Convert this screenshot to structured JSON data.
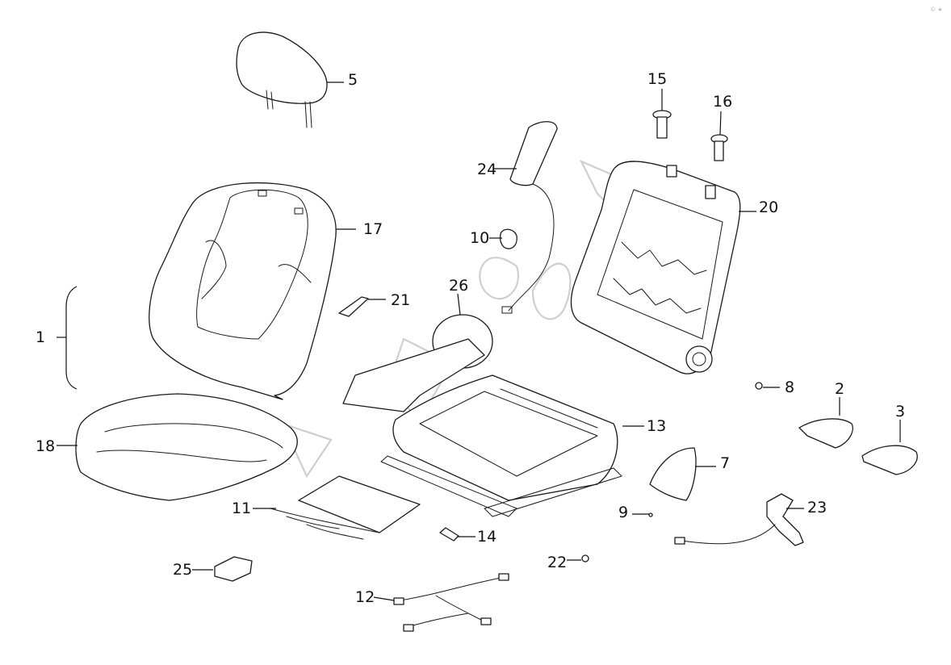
{
  "diagram": {
    "callouts": [
      {
        "id": "1",
        "label": "1"
      },
      {
        "id": "2",
        "label": "2"
      },
      {
        "id": "3",
        "label": "3"
      },
      {
        "id": "5",
        "label": "5"
      },
      {
        "id": "7",
        "label": "7"
      },
      {
        "id": "8",
        "label": "8"
      },
      {
        "id": "9",
        "label": "9"
      },
      {
        "id": "10",
        "label": "10"
      },
      {
        "id": "11",
        "label": "11"
      },
      {
        "id": "12",
        "label": "12"
      },
      {
        "id": "13",
        "label": "13"
      },
      {
        "id": "14",
        "label": "14"
      },
      {
        "id": "15",
        "label": "15"
      },
      {
        "id": "16",
        "label": "16"
      },
      {
        "id": "17",
        "label": "17"
      },
      {
        "id": "18",
        "label": "18"
      },
      {
        "id": "20",
        "label": "20"
      },
      {
        "id": "21",
        "label": "21"
      },
      {
        "id": "22",
        "label": "22"
      },
      {
        "id": "23",
        "label": "23"
      },
      {
        "id": "24",
        "label": "24"
      },
      {
        "id": "25",
        "label": "25"
      },
      {
        "id": "26",
        "label": "26"
      }
    ],
    "corner_mark": "© ★"
  }
}
